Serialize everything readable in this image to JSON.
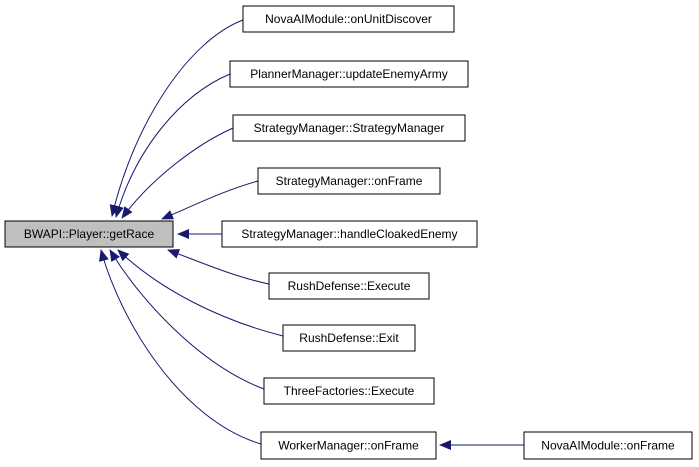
{
  "colors": {
    "edge": "#191970",
    "focus_fill": "#bfbfbf",
    "node_fill": "#ffffff",
    "border": "#000000"
  },
  "nodes": [
    {
      "id": "getrace",
      "label": "BWAPI::Player::getRace",
      "focus": true
    },
    {
      "id": "n1",
      "label": "NovaAIModule::onUnitDiscover"
    },
    {
      "id": "n2",
      "label": "PlannerManager::updateEnemyArmy"
    },
    {
      "id": "n3",
      "label": "StrategyManager::StrategyManager"
    },
    {
      "id": "n4",
      "label": "StrategyManager::onFrame"
    },
    {
      "id": "n5",
      "label": "StrategyManager::handleCloakedEnemy"
    },
    {
      "id": "n6",
      "label": "RushDefense::Execute"
    },
    {
      "id": "n7",
      "label": "RushDefense::Exit"
    },
    {
      "id": "n8",
      "label": "ThreeFactories::Execute"
    },
    {
      "id": "n9",
      "label": "WorkerManager::onFrame"
    },
    {
      "id": "n10",
      "label": "NovaAIModule::onFrame"
    }
  ],
  "edges": [
    {
      "from": "n1",
      "to": "getrace"
    },
    {
      "from": "n2",
      "to": "getrace"
    },
    {
      "from": "n3",
      "to": "getrace"
    },
    {
      "from": "n4",
      "to": "getrace"
    },
    {
      "from": "n5",
      "to": "getrace"
    },
    {
      "from": "n6",
      "to": "getrace"
    },
    {
      "from": "n7",
      "to": "getrace"
    },
    {
      "from": "n8",
      "to": "getrace"
    },
    {
      "from": "n9",
      "to": "getrace"
    },
    {
      "from": "n10",
      "to": "n9"
    }
  ]
}
